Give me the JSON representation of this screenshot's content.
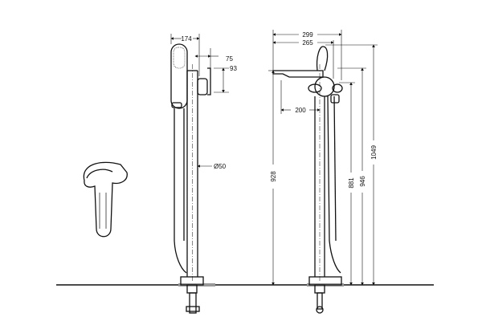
{
  "dimensions": {
    "side_view": {
      "width_174": "174",
      "offset_75": "75",
      "height_93": "93",
      "diameter": "Ø50"
    },
    "front_view": {
      "width_299": "299",
      "width_265": "265",
      "reach_200": "200",
      "spout_height": "928",
      "handle_height": "881",
      "mixer_height": "946",
      "total_height": "1049"
    }
  },
  "colors": {
    "line": "#111111",
    "background": "#ffffff"
  }
}
